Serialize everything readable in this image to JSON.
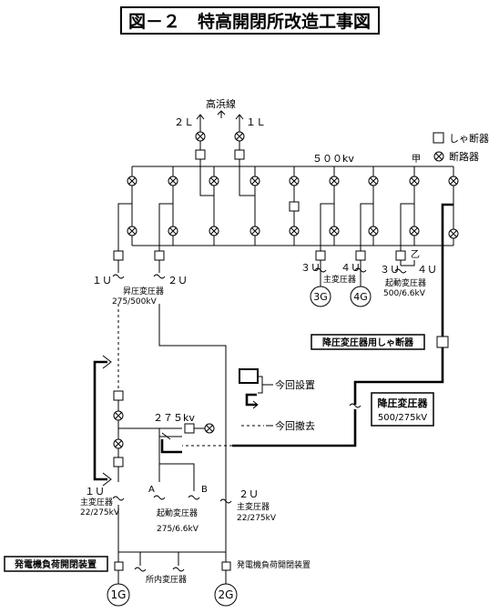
{
  "title": "図－２　特高開閉所改造工事図",
  "labels": {
    "takahama_line": "高浜線",
    "line_2l": "２Ｌ",
    "line_1l": "１Ｌ",
    "bus_500": "５００kv",
    "ko": "甲",
    "otsu": "乙",
    "bus_275": "２７５kv",
    "u1_top": "１Ｕ",
    "u2_top": "２Ｕ",
    "step_up_tr": "昇圧変圧器",
    "step_up_ratio": "275/500kV",
    "u3": "３Ｕ",
    "u4": "４Ｕ",
    "main_tr_mid": "主変圧器",
    "g3": "3G",
    "g4": "4G",
    "u3b": "３Ｕ",
    "u4b": "４Ｕ",
    "start_tr_top": "起動変圧器",
    "start_tr_top_ratio": "500/6.6kV",
    "reducing_cb": "降圧変圧器用しゃ断器",
    "reducing_tr": "降圧変圧器",
    "reducing_tr_ratio": "500/275kV",
    "u1_bottom": "１Ｕ",
    "main_tr_1": "主変圧器",
    "main_tr_1_ratio": "22/275kV",
    "a": "A",
    "b": "B",
    "start_tr": "起動変圧器",
    "start_tr_ratio": "275/6.6kV",
    "u2_bottom": "２Ｕ",
    "main_tr_2": "主変圧器",
    "main_tr_2_ratio": "22/275kV",
    "gen_switch_left": "発電機負荷開閉装置",
    "gen_switch_right": "発電機負荷開閉装置",
    "station_tr": "所内変圧器",
    "g1": "1G",
    "g2": "2G"
  },
  "legend": {
    "breaker": "しゃ断器",
    "disconnector": "断路器",
    "installed": "今回設置",
    "removed": "今回撤去"
  }
}
